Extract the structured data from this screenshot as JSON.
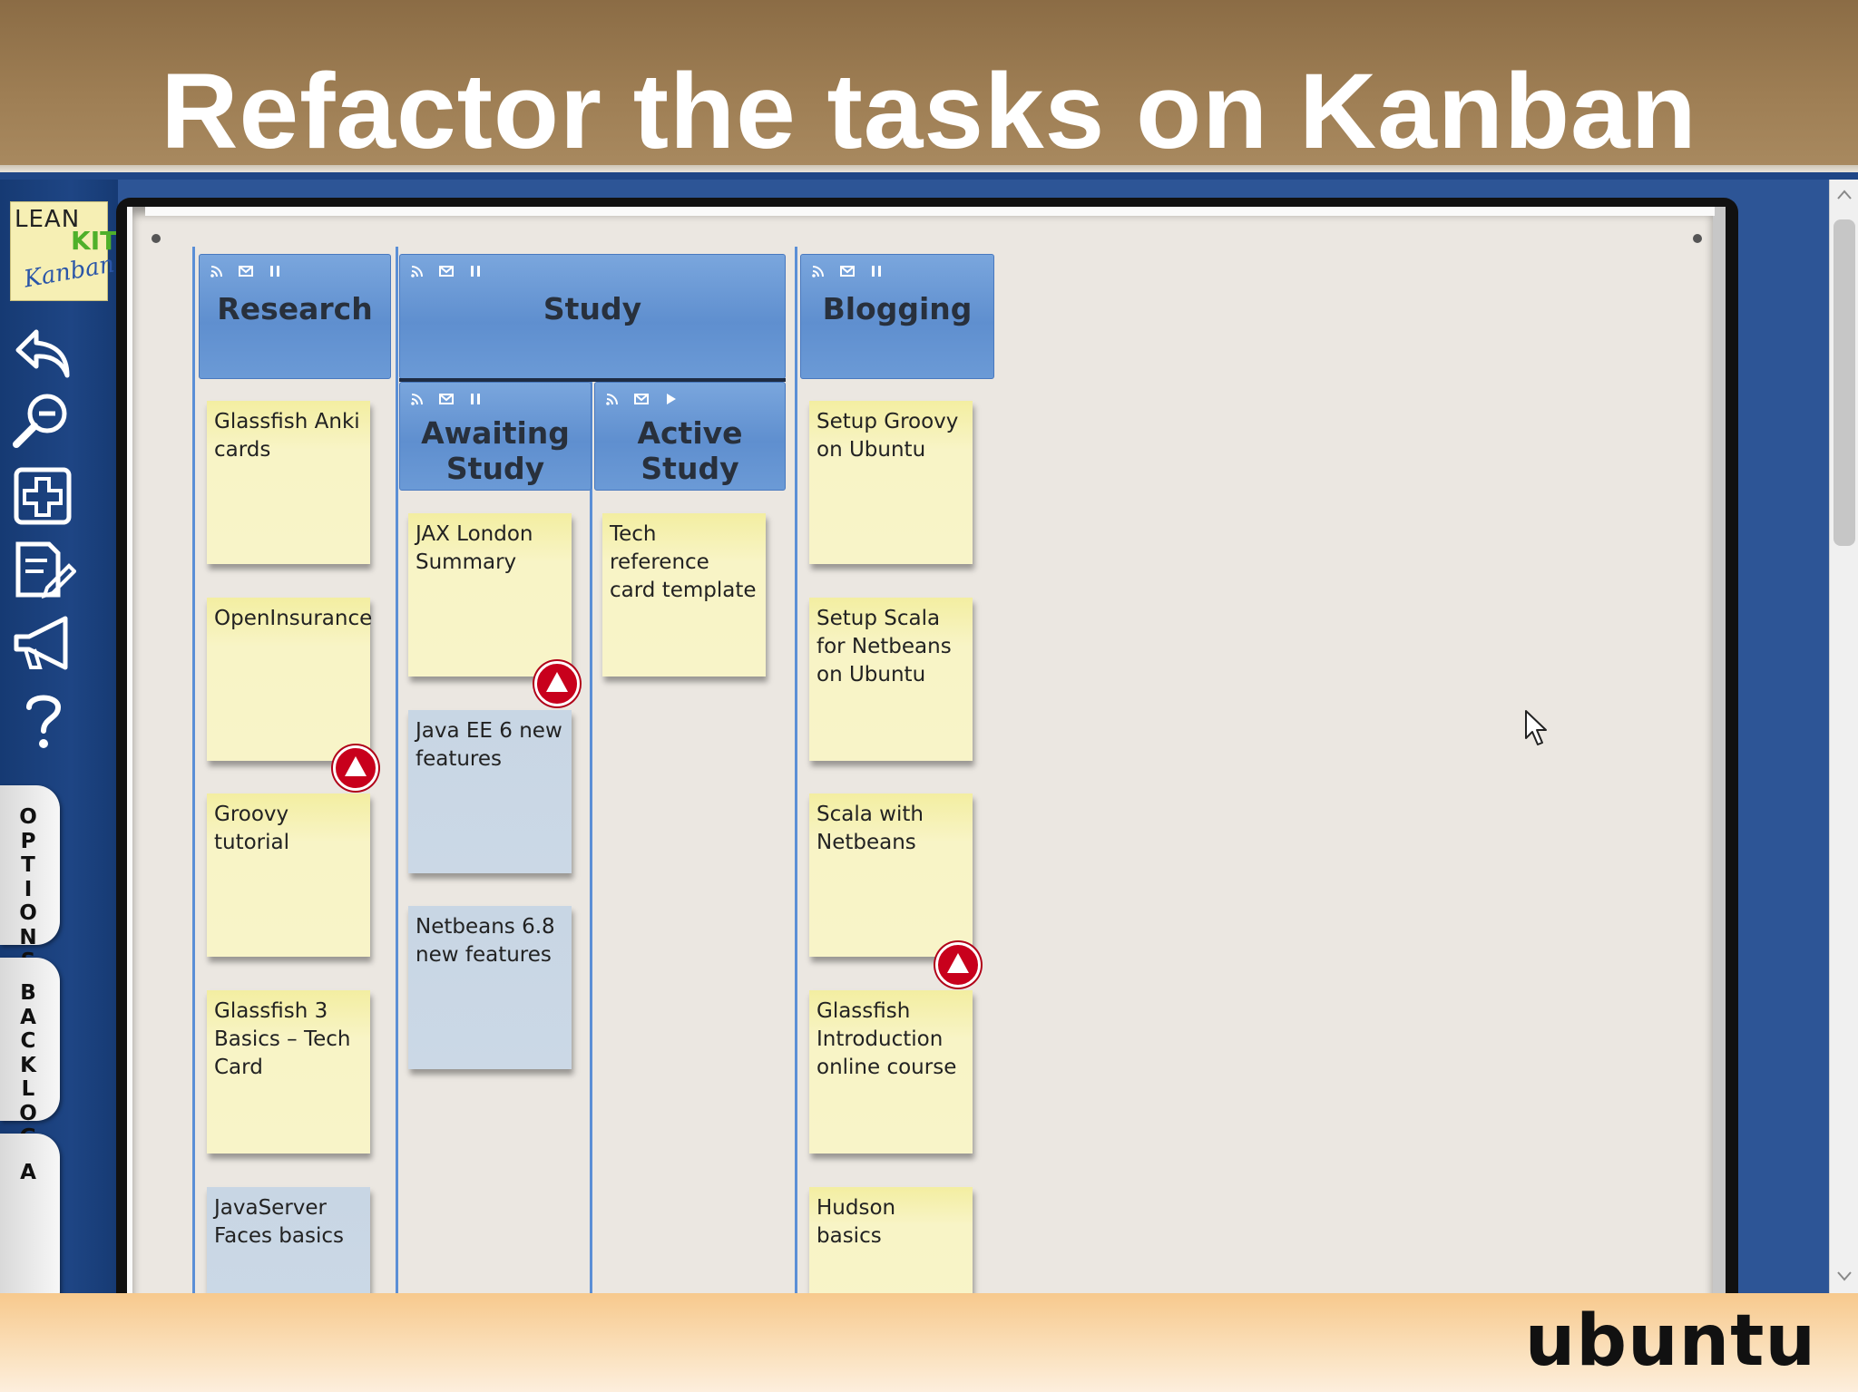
{
  "slide": {
    "title": "Refactor the tasks on Kanban",
    "brand": "ubuntu"
  },
  "app": {
    "logo": {
      "line1": "LEAN",
      "line2": "KIT",
      "line3": "Kanban"
    },
    "toolbar": [
      "undo-icon",
      "zoom-icon",
      "add-card-icon",
      "edit-icon",
      "announce-icon",
      "help-icon"
    ],
    "side_tabs": [
      {
        "label": "OPTIONS",
        "letters": [
          "O",
          "P",
          "T",
          "I",
          "O",
          "N",
          "S"
        ]
      },
      {
        "label": "BACKLOG",
        "letters": [
          "B",
          "A",
          "C",
          "K",
          "L",
          "O",
          "G"
        ]
      },
      {
        "label": "A",
        "letters": [
          "A"
        ]
      }
    ]
  },
  "board": {
    "lanes": {
      "research": {
        "title": "Research"
      },
      "study": {
        "title": "Study"
      },
      "awaiting": {
        "title_line1": "Awaiting",
        "title_line2": "Study"
      },
      "active": {
        "title_line1": "Active",
        "title_line2": "Study"
      },
      "blogging": {
        "title": "Blogging"
      }
    },
    "cards": {
      "research": [
        "Glassfish Anki cards",
        "OpenInsurance",
        "Groovy tutorial",
        "Glassfish 3 Basics – Tech Card",
        "JavaServer Faces basics"
      ],
      "awaiting": [
        "JAX London Summary",
        "Java EE 6 new features",
        "Netbeans 6.8 new features"
      ],
      "active": [
        "Tech reference card template"
      ],
      "blogging": [
        "Setup Groovy on Ubuntu",
        "Setup Scala for Netbeans on Ubuntu",
        "Scala with Netbeans",
        "Glassfish Introduction online course",
        "Hudson basics"
      ]
    },
    "colors": {
      "card_yellow": "#f8f4c6",
      "card_blue": "#cbd8e6",
      "lane_header": "#6b9ad6",
      "priority": "#c8001c"
    }
  }
}
